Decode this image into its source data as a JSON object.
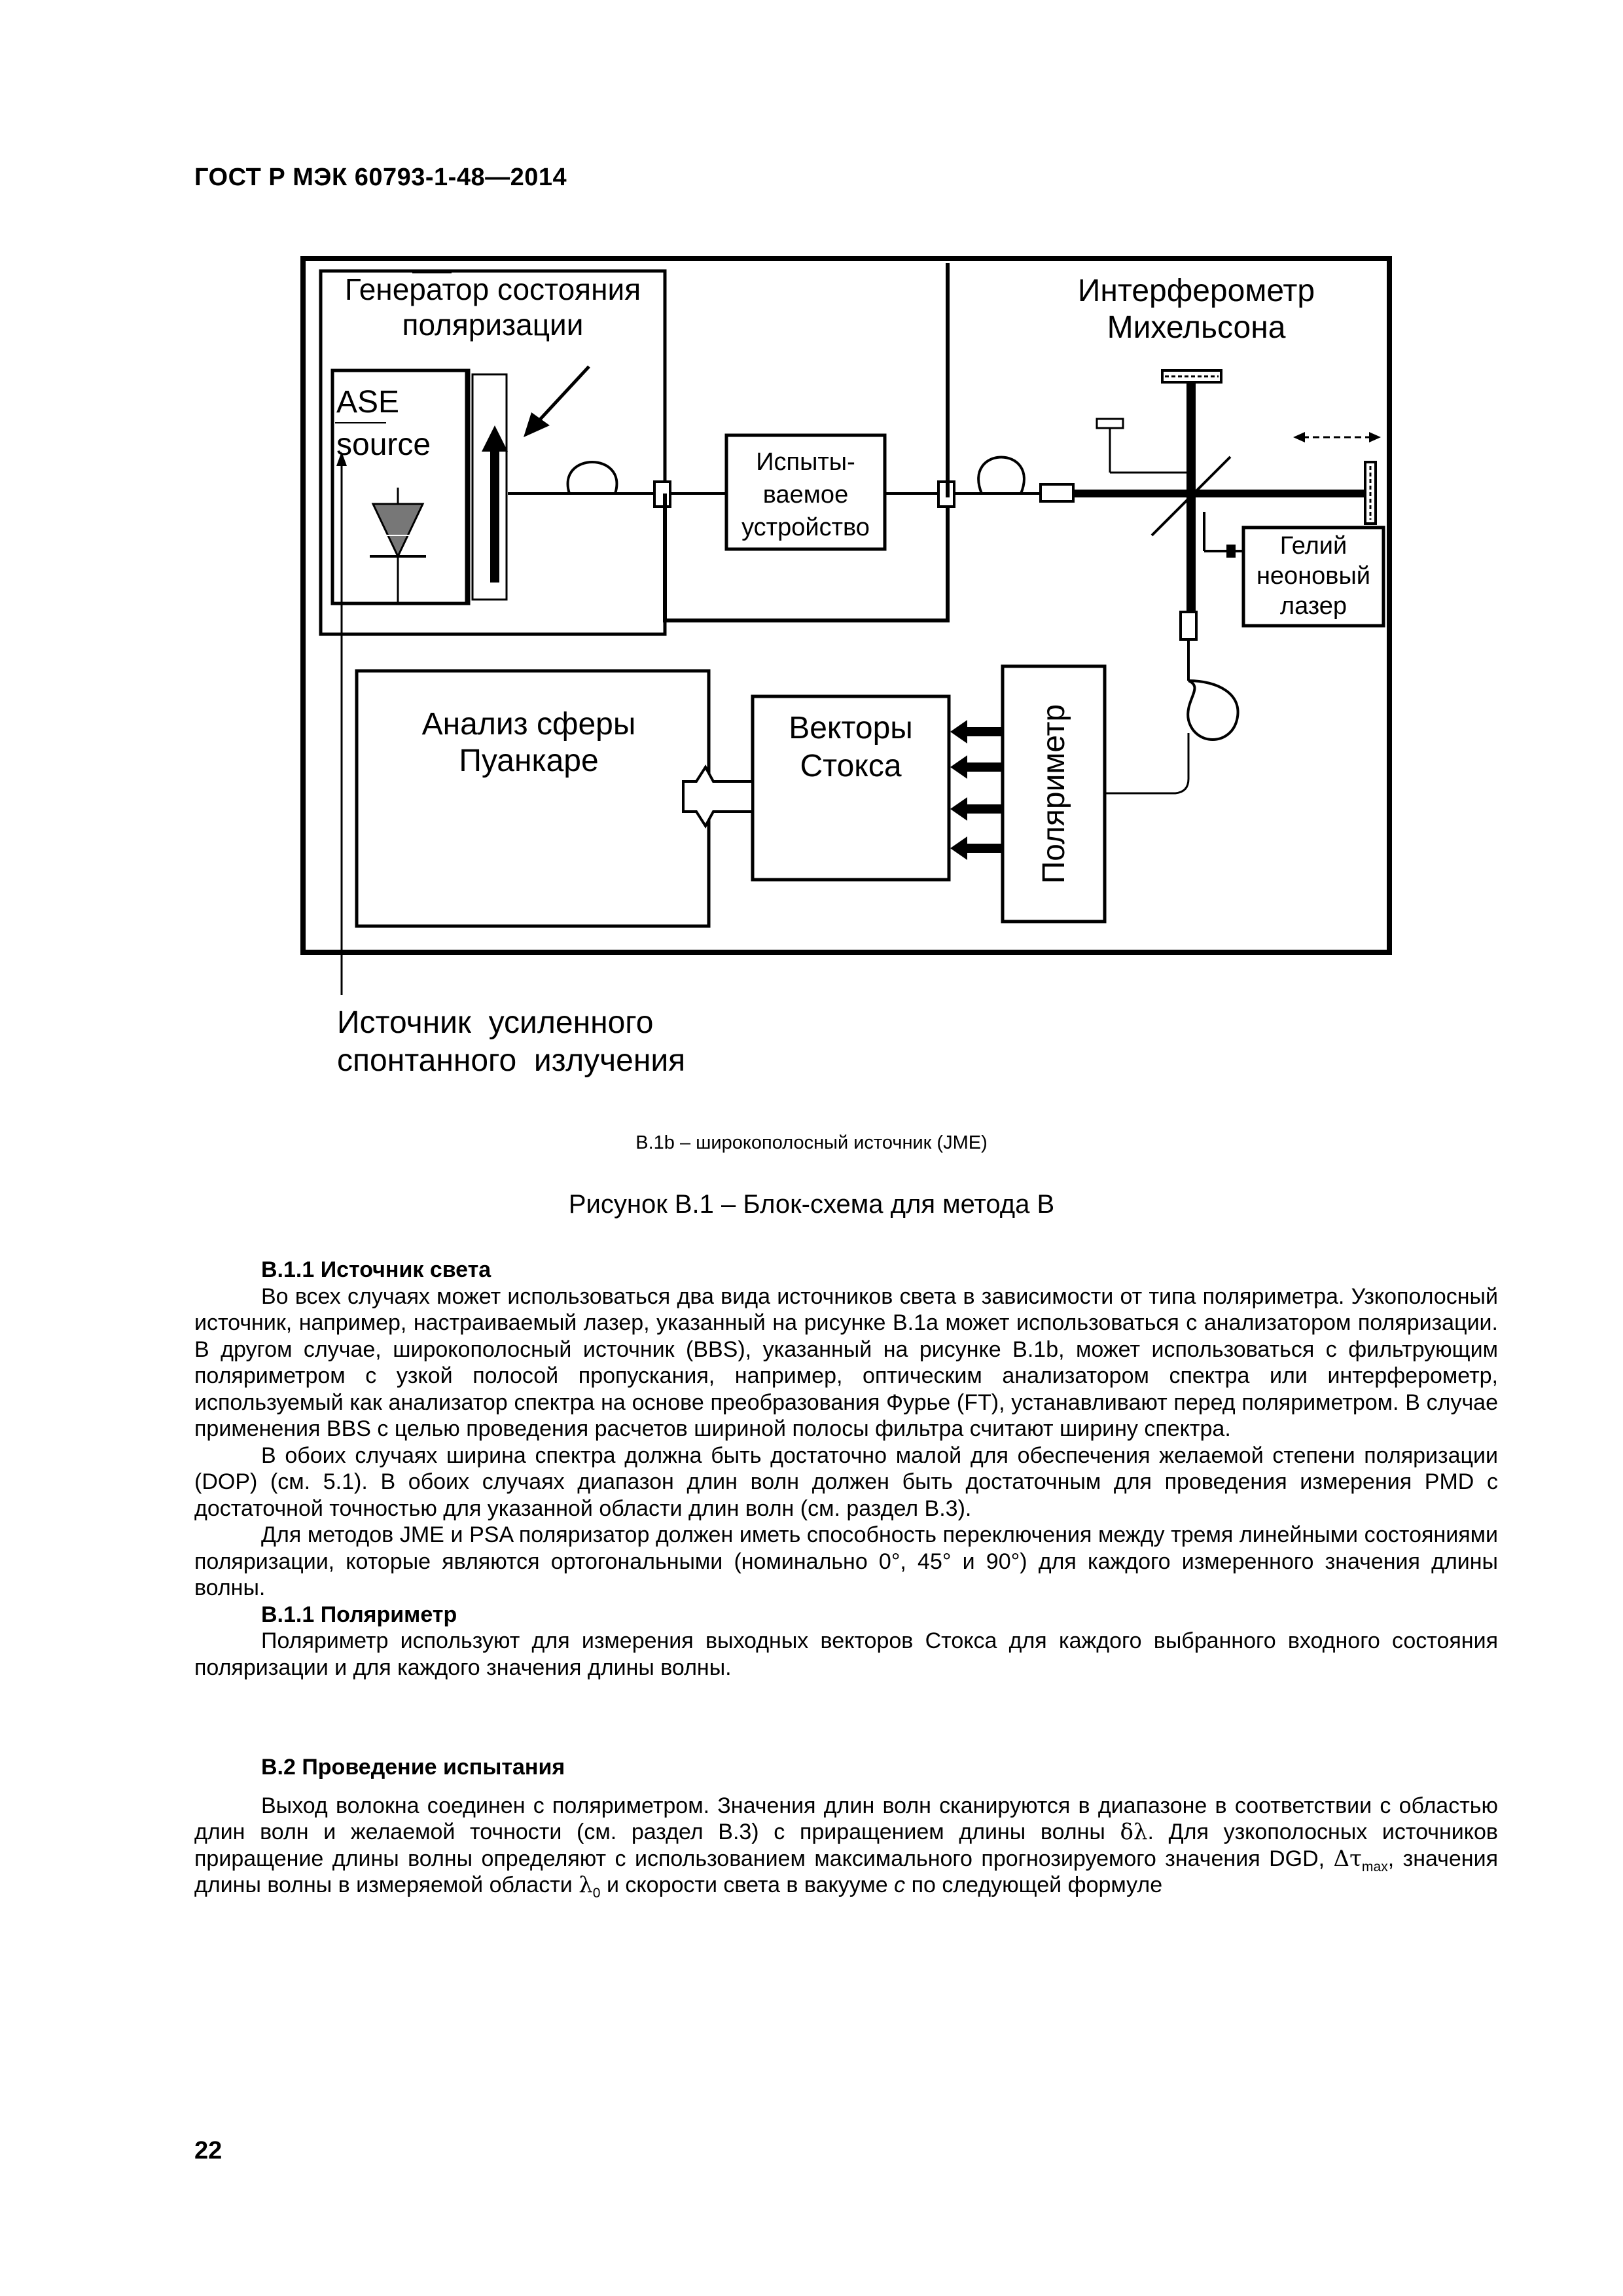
{
  "header": {
    "title": "ГОСТ Р МЭК 60793-1-48—2014"
  },
  "diagram": {
    "psg_label_1": "Генератор состояния",
    "psg_label_2": "поляризации",
    "ase_label_1": "ASE",
    "ase_label_2": "source",
    "dut_label_1": "Испыты-",
    "dut_label_2": "ваемое",
    "dut_label_3": "устройство",
    "mi_label_1": "Интерферометр",
    "mi_label_2": "Михельсона",
    "hene_label_1": "Гелий",
    "hene_label_2": "неоновый",
    "hene_label_3": "лазер",
    "poincare_label_1": "Анализ сферы",
    "poincare_label_2": "Пуанкаре",
    "stokes_label_1": "Векторы",
    "stokes_label_2": "Стокса",
    "polarimeter_label": "Поляриметр",
    "ase_callout_1": "Источник  усиленного",
    "ase_callout_2": "спонтанного  излучения"
  },
  "figure": {
    "subcaption": "B.1b – широкополосный источник (JME)",
    "caption": "Рисунок В.1 – Блок-схема для метода В"
  },
  "section_b11": {
    "heading": "B.1.1 Источник света",
    "p1": "Во всех случаях может использоваться два вида источников света в зависимости от типа поляриметра. Узкополосный источник, например, настраиваемый лазер, указанный на рисунке В.1а может использоваться с анализатором поляризации. В другом случае, широкополосный источник (BBS), указанный на рисунке В.1b, может использоваться с фильтрующим поляриметром с узкой полосой пропускания, например, оптическим анализатором спектра или интерферометр, используемый как анализатор спектра на основе преобразования Фурье (FT), устанавливают перед поляриметром. В случае применения BBS с целью проведения расчетов шириной полосы фильтра считают ширину спектра.",
    "p2": "В обоих случаях ширина спектра должна быть достаточно малой для обеспечения желаемой степени поляризации (DOP) (см. 5.1). В обоих случаях диапазон длин волн должен быть достаточным для проведения измерения PMD с достаточной точностью для указанной области длин волн (см. раздел В.3).",
    "p3": "Для методов JME и PSA поляризатор должен иметь способность переключения между тремя линейными состояниями поляризации, которые являются ортогональными (номинально 0°, 45° и 90°) для каждого измеренного значения длины волны."
  },
  "section_b11b": {
    "heading": "B.1.1 Поляриметр",
    "p1": "Поляриметр используют для измерения выходных векторов Стокса для каждого выбранного входного состояния поляризации и для каждого значения длины волны."
  },
  "section_b2": {
    "heading": "B.2 Проведение испытания",
    "p1_a": "Выход волокна соединен с поляриметром. Значения длин волн сканируются в диапазоне в соответствии с областью длин волн и желаемой точности (см. раздел В.3) с приращением длины волны ",
    "delta_lambda": "δλ",
    "p1_b": ". Для узкополосных источников приращение длины волны определяют с использованием максимального прогнозируемого значения DGD, ",
    "delta_tau": "Δτ",
    "tau_sub": "max",
    "p1_c": ", значения длины волны в измеряемой области ",
    "lambda0": "λ",
    "lambda0_sub": "0",
    "p1_d": " и скорости света в вакууме ",
    "c_symbol": "c",
    "p1_e": " по следующей формуле"
  },
  "footer": {
    "page_number": "22"
  }
}
